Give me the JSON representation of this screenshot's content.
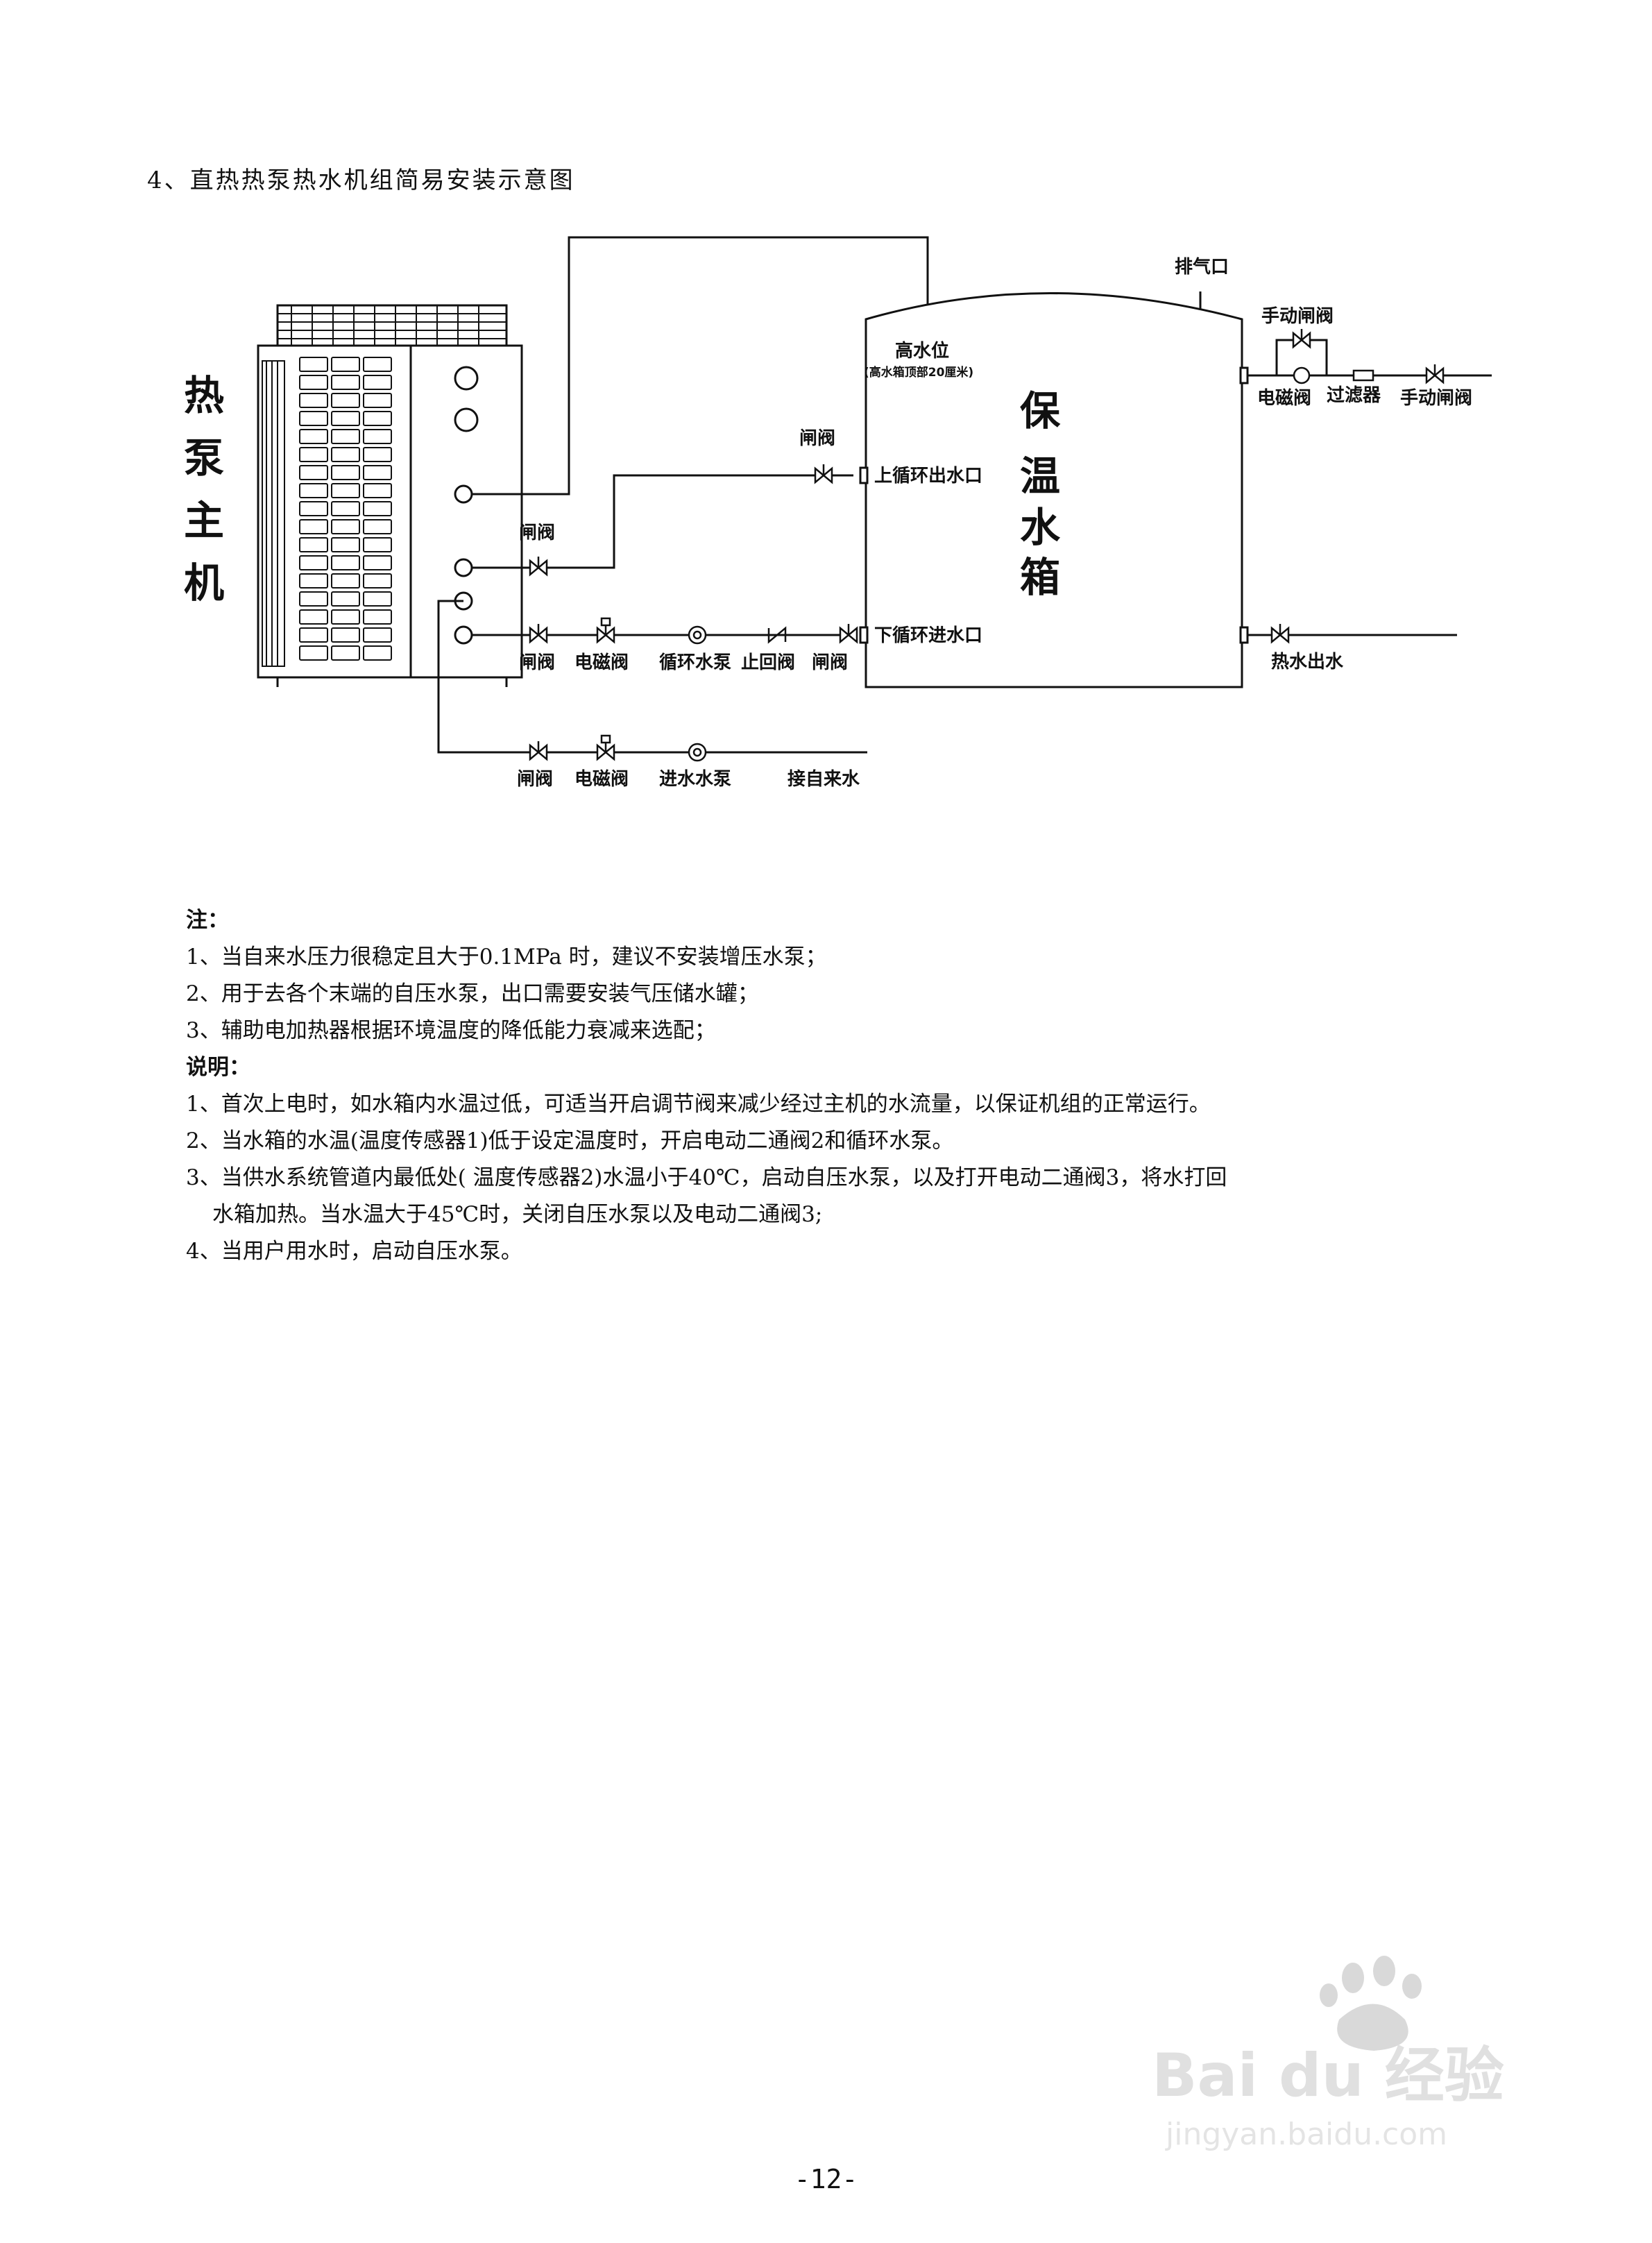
{
  "heading": "4、直热热泵热水机组简易安装示意图",
  "diagram": {
    "unit_title": [
      "热",
      "泵",
      "主",
      "机"
    ],
    "tank_title": [
      "保",
      "温",
      "水",
      "箱"
    ],
    "labels": {
      "vent": "排气口",
      "high_level": "高水位",
      "high_level_note": "(高水箱顶部20厘米)",
      "upper_valve": "闸阀",
      "upper_outlet": "上循环出水口",
      "unit_valve": "闸阀",
      "lower_inlet": "下循环进水口",
      "row1": [
        "闸阀",
        "电磁阀",
        "循环水泵",
        "止回阀",
        "闸阀"
      ],
      "row2": [
        "闸阀",
        "电磁阀",
        "进水水泵",
        "接自来水"
      ],
      "manual_valve_top": "手动闸阀",
      "solenoid_right": "电磁阀",
      "filter": "过滤器",
      "manual_valve_right": "手动闸阀",
      "hot_water_out": "热水出水"
    }
  },
  "notes": {
    "notes_title": "注：",
    "notes_items": [
      "1、当自来水压力很稳定且大于0.1MPa 时，建议不安装增压水泵；",
      "2、用于去各个末端的自压水泵，出口需要安装气压储水罐；",
      "3、辅助电加热器根据环境温度的降低能力衰减来选配；"
    ],
    "explain_title": "说明：",
    "explain_items": [
      "1、首次上电时，如水箱内水温过低，可适当开启调节阀来减少经过主机的水流量，以保证机组的正常运行。",
      "2、当水箱的水温(温度传感器1)低于设定温度时，开启电动二通阀2和循环水泵。",
      "3、当供水系统管道内最低处( 温度传感器2)水温小于40℃，启动自压水泵，以及打开电动二通阀3，将水打回",
      "水箱加热。当水温大于45℃时，关闭自压水泵以及电动二通阀3;",
      "4、当用户用水时，启动自压水泵。"
    ]
  },
  "page_number": "-12-",
  "watermark": {
    "brand": "Bai du 经验",
    "url": "jingyan.baidu.com"
  }
}
